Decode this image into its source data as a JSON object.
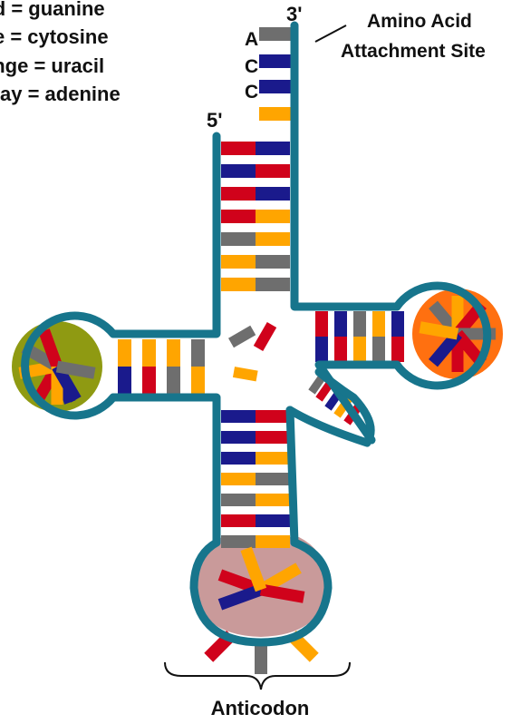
{
  "legend": [
    {
      "text": "red = guanine",
      "color": "#d0021b"
    },
    {
      "text": "blue = cytosine",
      "color": "#1a1a8c"
    },
    {
      "text": "orange = uracil",
      "color": "#ffa500"
    },
    {
      "text": "gray = adenine",
      "color": "#6e6e6e"
    }
  ],
  "labels": {
    "three_prime": "3'",
    "five_prime": "5'",
    "amino_acid_site_line1": "Amino Acid",
    "amino_acid_site_line2": "Attachment Site",
    "anticodon": "Anticodon"
  },
  "acceptor_tail": [
    "A",
    "C",
    "C"
  ],
  "colors": {
    "backbone": "#17758c",
    "guanine": "#d0021b",
    "cytosine": "#1a1a8c",
    "uracil": "#ffa500",
    "adenine": "#6e6e6e",
    "d_loop_fill": "#8f9a12",
    "t_loop_fill": "#ff7010",
    "anticodon_loop_fill": "#c99a9a"
  }
}
